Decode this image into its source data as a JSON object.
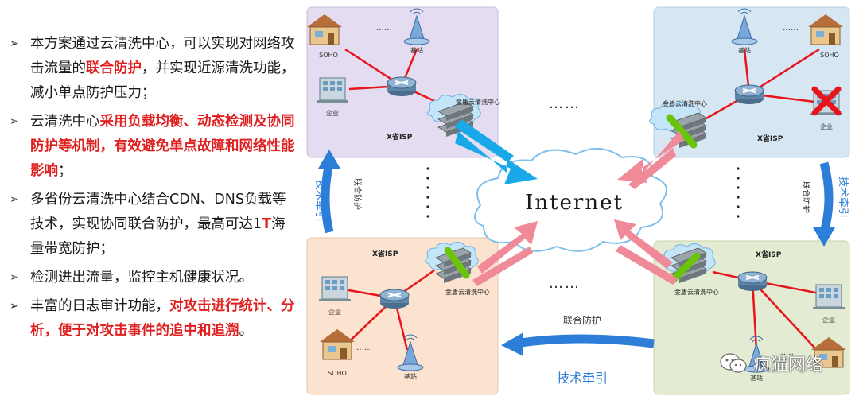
{
  "bullets": [
    {
      "parts": [
        {
          "t": "本方案通过云清洗中心，可以实现对网络攻击流量的",
          "hl": false
        },
        {
          "t": "联合防护",
          "hl": true
        },
        {
          "t": "，并实现近源清洗功能，减小单点防护压力；",
          "hl": false
        }
      ]
    },
    {
      "parts": [
        {
          "t": "云清洗中心",
          "hl": false
        },
        {
          "t": "采用负载均衡、动态检测及协同防护等机制，有效避免单点故障和网络性能影响",
          "hl": true
        },
        {
          "t": "；",
          "hl": false
        }
      ]
    },
    {
      "parts": [
        {
          "t": "多省份云清洗中心结合CDN、DNS负载等技术，实现协同联合防护，最高可达1",
          "hl": false
        },
        {
          "t": "T",
          "hl": true
        },
        {
          "t": "海量带宽防护；",
          "hl": false
        }
      ]
    },
    {
      "parts": [
        {
          "t": "检测进出流量，监控主机健康状况。",
          "hl": false
        }
      ]
    },
    {
      "parts": [
        {
          "t": "丰富的日志审计功能，",
          "hl": false
        },
        {
          "t": "对攻击进行统计、分析，便于对攻击事件的追中和追溯",
          "hl": true
        },
        {
          "t": "。",
          "hl": false
        }
      ]
    }
  ],
  "diagram": {
    "internet": "Internet",
    "isp_label": "X省ISP",
    "cleaning_center": "金盾云清洗中心",
    "soho": "SOHO",
    "base_station": "基站",
    "enterprise": "企业",
    "left_tech": "技术牵引",
    "left_joint": "联合防护",
    "right_tech": "技术牵引",
    "right_joint": "联合防护",
    "bottom_joint": "联合防护",
    "bottom_tech": "技术牵引",
    "dots": "……"
  },
  "watermark": "疯猫网络",
  "colors": {
    "tl": "#e4dcf0",
    "tr": "#d6e6f3",
    "bl": "#fbe3cf",
    "br": "#e3ecd2",
    "red_line": "#e8141c",
    "arrow_pink": "#f08a98",
    "arrow_cyan": "#19a8e8",
    "blue_arrow": "#2d7ed8",
    "highlight": "#e02020"
  }
}
